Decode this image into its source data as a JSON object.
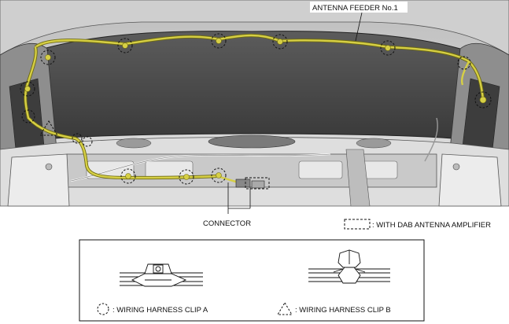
{
  "labels": {
    "antenna_feeder": "ANTENNA FEEDER No.1",
    "connector": "CONNECTOR",
    "dab_amplifier": ": WITH DAB ANTENNA AMPLIFIER",
    "clip_a": ": WIRING HARNESS CLIP A",
    "clip_b": ": WIRING HARNESS CLIP B"
  },
  "colors": {
    "harness": "#c8c040",
    "harness_dark": "#6e6a10",
    "body_dark": "#4a4a4a",
    "body_mid": "#9a9a9a",
    "body_light": "#d8d8d8"
  }
}
